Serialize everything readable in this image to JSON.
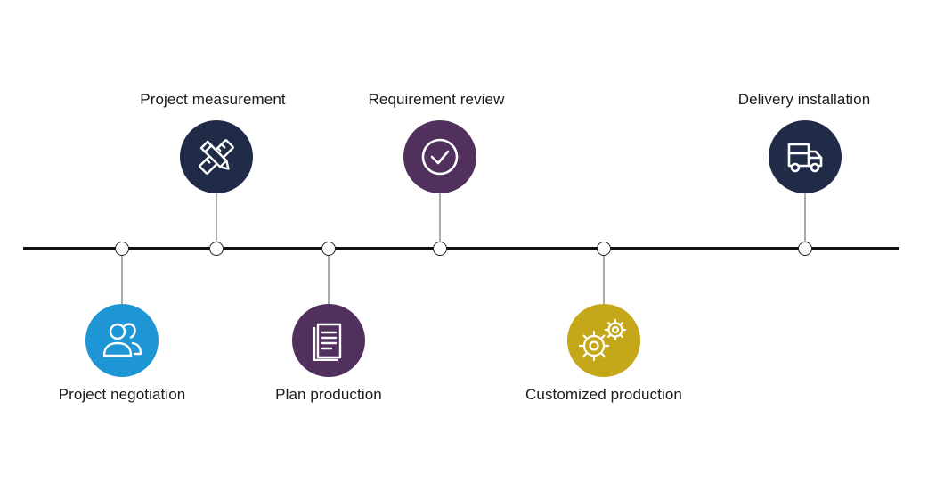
{
  "steps": [
    {
      "label": "Project negotiation",
      "icon": "users-icon",
      "color": "#1e95d4",
      "position": "below"
    },
    {
      "label": "Project measurement",
      "icon": "pencil-ruler-icon",
      "color": "#1f2b47",
      "position": "above"
    },
    {
      "label": "Plan production",
      "icon": "document-icon",
      "color": "#51305d",
      "position": "below"
    },
    {
      "label": "Requirement review",
      "icon": "check-circle-icon",
      "color": "#51305d",
      "position": "above"
    },
    {
      "label": "Customized production",
      "icon": "gears-icon",
      "color": "#c4a819",
      "position": "below"
    },
    {
      "label": "Delivery installation",
      "icon": "truck-icon",
      "color": "#1f2b47",
      "position": "above"
    }
  ]
}
